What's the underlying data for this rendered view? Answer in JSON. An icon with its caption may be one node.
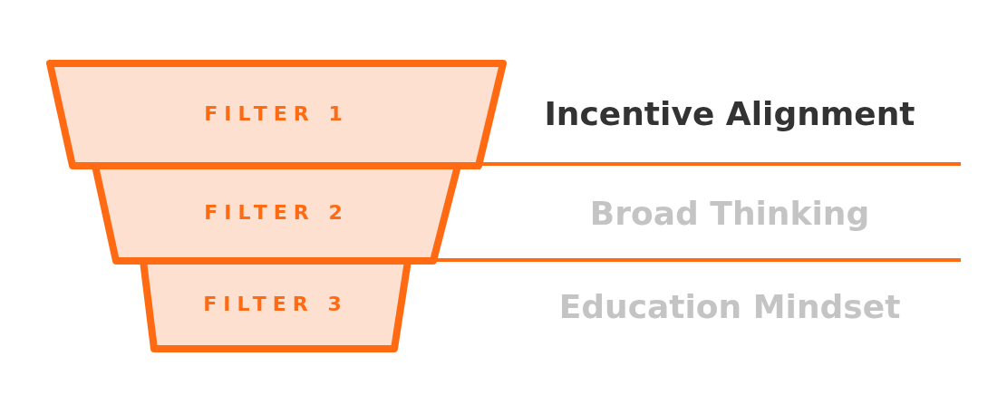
{
  "diagram": {
    "nodes": [
      {
        "text": [
          "FILTER 1"
        ]
      },
      {
        "text": [
          "FILTER 2"
        ]
      },
      {
        "text": [
          "FILTER 3"
        ]
      }
    ],
    "labels": [
      "Incentive Alignment",
      "Broad Thinking",
      "Education Mindset"
    ]
  }
}
